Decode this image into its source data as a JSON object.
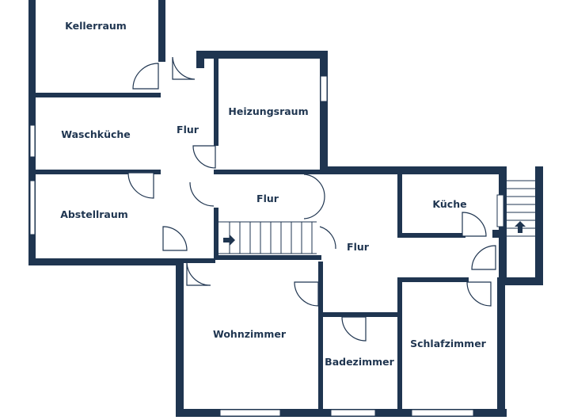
{
  "colors": {
    "wall": "#1f3550",
    "door": "#1f3550",
    "stair": "#1f3550",
    "background": "#ffffff"
  },
  "rooms": {
    "kellerraum": "Kellerraum",
    "waschkueche": "Waschküche",
    "abstellraum": "Abstellraum",
    "flur_left": "Flur",
    "heizungsraum": "Heizungsraum",
    "flur_center": "Flur",
    "flur_right": "Flur",
    "kueche": "Küche",
    "wohnzimmer": "Wohnzimmer",
    "badezimmer": "Badezimmer",
    "schlafzimmer": "Schlafzimmer"
  },
  "icons": {
    "stair_arrow_left": "arrow-right-icon",
    "stair_arrow_right": "arrow-up-icon"
  }
}
